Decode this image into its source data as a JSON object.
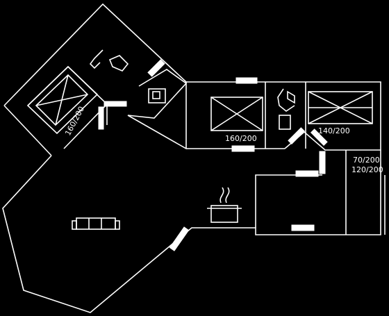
{
  "floorplan": {
    "colors": {
      "background": "#000000",
      "line": "#ffffff"
    },
    "bed_labels": {
      "bedroom_1": "160/200",
      "bedroom_2": "160/200",
      "bedroom_3": "140/200",
      "bed_small": "70/200",
      "bed_wide": "120/200"
    },
    "icons": [
      "toilet-icon",
      "washbasin-icon",
      "shower-icon",
      "cooking-pot-icon",
      "sofa-icon"
    ]
  }
}
